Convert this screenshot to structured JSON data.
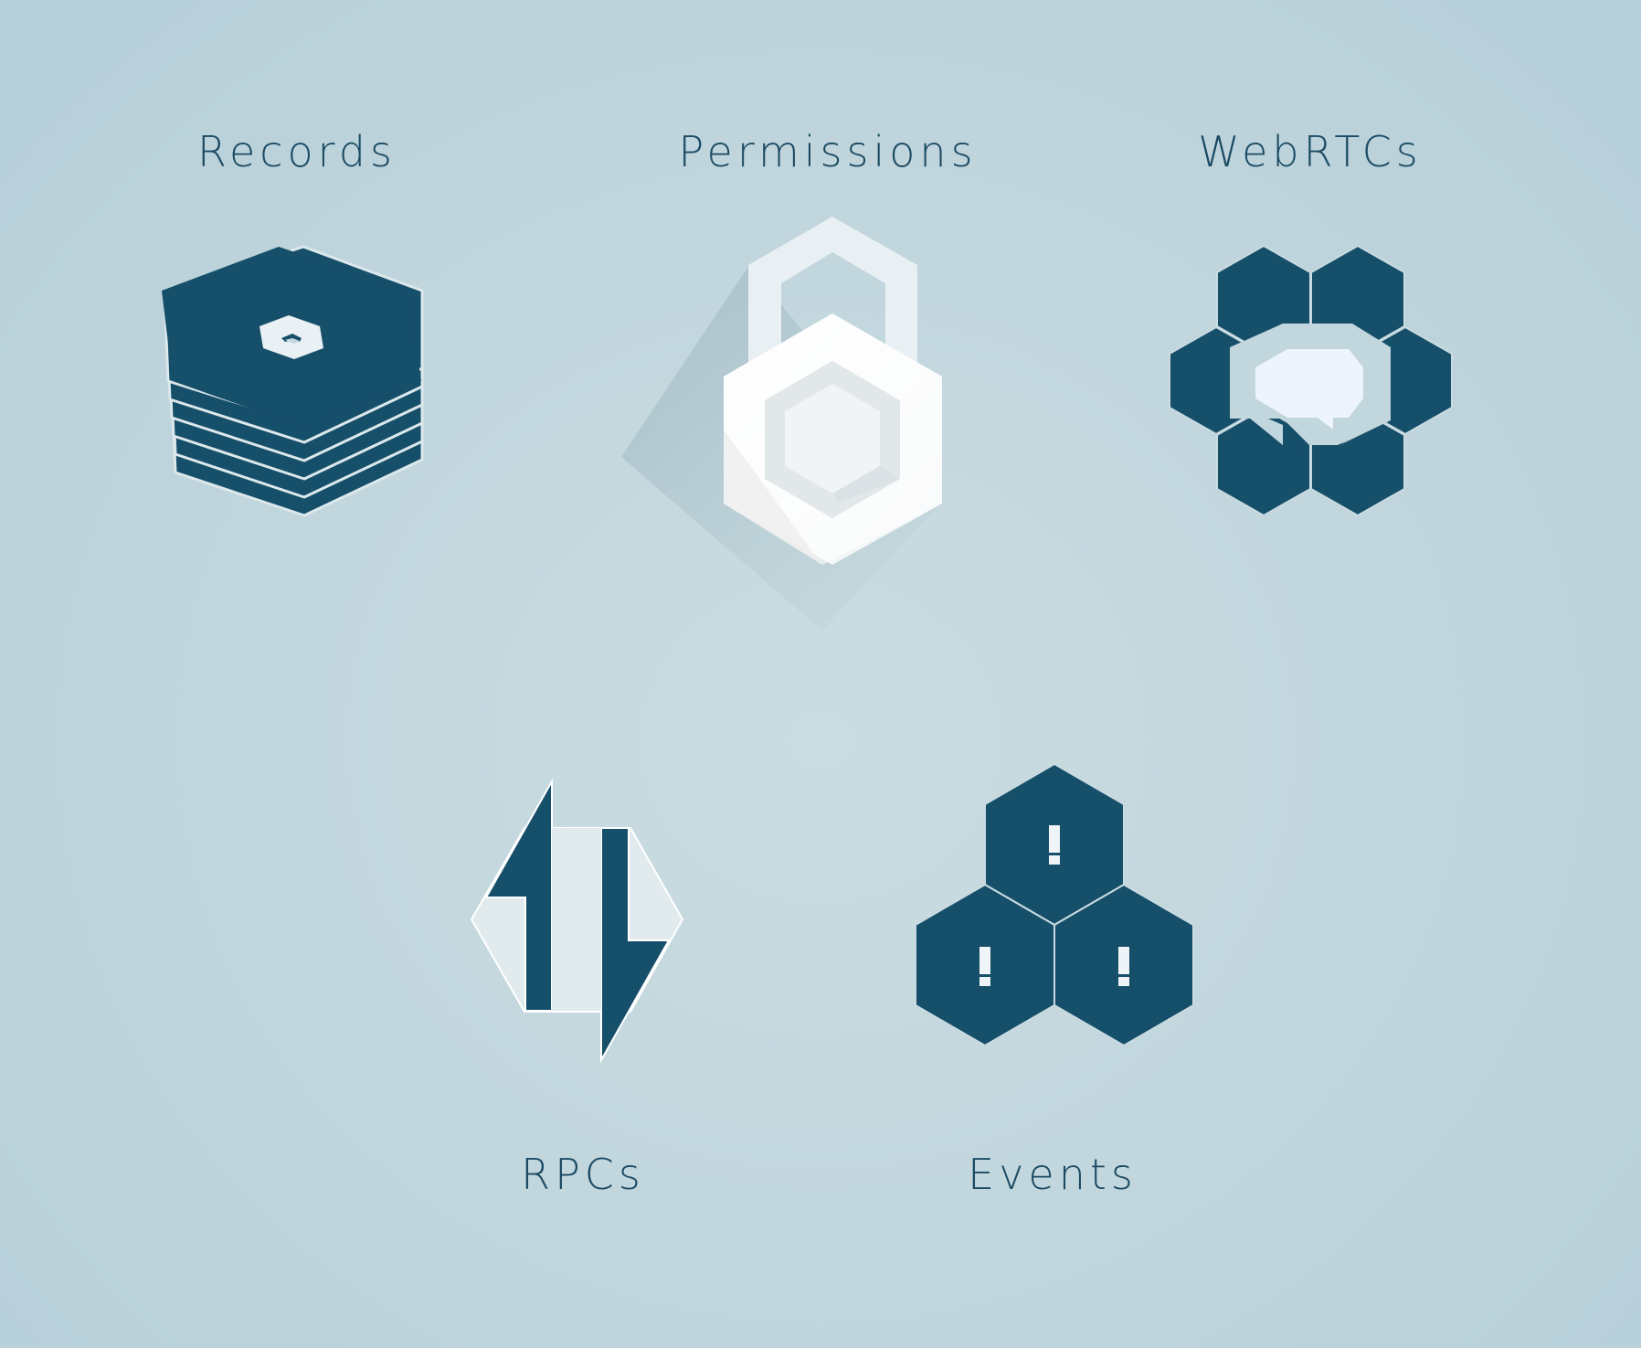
{
  "features": {
    "records": {
      "label": "Records",
      "icon": "database-stack-icon"
    },
    "permissions": {
      "label": "Permissions",
      "icon": "padlock-icon"
    },
    "webrtcs": {
      "label": "WebRTCs",
      "icon": "chat-bubble-icon"
    },
    "rpcs": {
      "label": "RPCs",
      "icon": "request-response-icon"
    },
    "events": {
      "label": "Events",
      "icon": "alert-hexagons-icon"
    }
  },
  "colors": {
    "navy": "#164f6a",
    "white": "#ffffff",
    "pale": "#e3ecef",
    "text": "#1a4a63"
  }
}
